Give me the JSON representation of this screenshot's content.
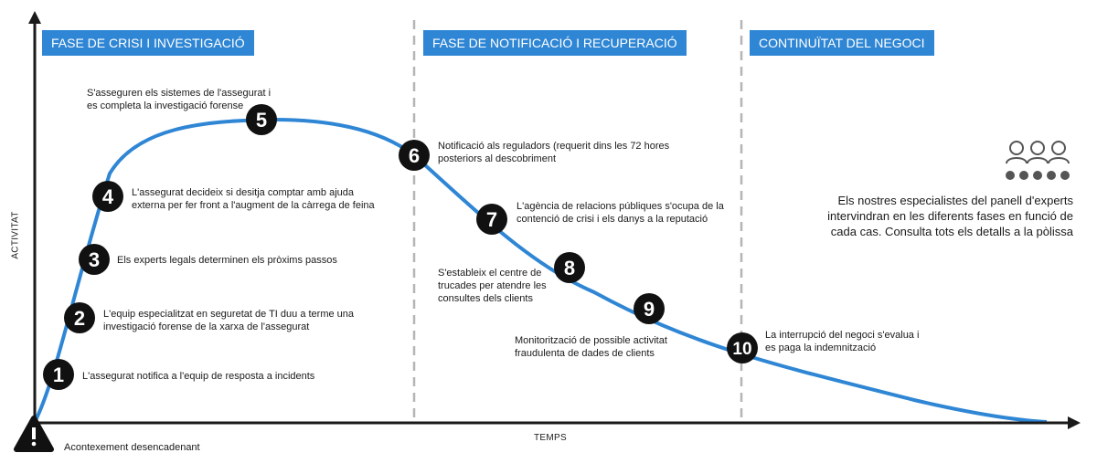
{
  "phases": [
    {
      "label": "FASE DE CRISI I INVESTIGACIÓ"
    },
    {
      "label": "FASE DE NOTIFICACIÓ I RECUPERACIÓ"
    },
    {
      "label": "CONTINUÏTAT DEL NEGOCI"
    }
  ],
  "axes": {
    "y_label": "ACTIVITAT",
    "x_label": "TEMPS"
  },
  "trigger": {
    "label": "Acontexement desencadenant",
    "icon": "warning-triangle-icon"
  },
  "steps": [
    {
      "number": "1",
      "lines": [
        "L'assegurat notifica a l'equip de resposta a incidents"
      ]
    },
    {
      "number": "2",
      "lines": [
        "L'equip especialitzat en seguretat de TI duu a terme una",
        "investigació forense de la xarxa de l'assegurat"
      ]
    },
    {
      "number": "3",
      "lines": [
        "Els experts legals determinen els pròxims passos"
      ]
    },
    {
      "number": "4",
      "lines": [
        "L'assegurat decideix si desitja comptar amb ajuda",
        "externa per fer front a l'augment de la càrrega de feina"
      ]
    },
    {
      "number": "5",
      "lines": [
        "S'asseguren els sistemes de l'assegurat i",
        "es completa la investigació forense"
      ]
    },
    {
      "number": "6",
      "lines": [
        "Notificació als reguladors (requerit dins les 72 hores",
        "posteriors al descobriment"
      ]
    },
    {
      "number": "7",
      "lines": [
        "L'agència de relacions públiques s'ocupa de la",
        "contenció de crisi i els danys a la reputació"
      ]
    },
    {
      "number": "8",
      "lines": [
        "S'estableix el centre de",
        "trucades per atendre les",
        "consultes dels clients"
      ]
    },
    {
      "number": "9",
      "lines": [
        "Monitorització de possible activitat",
        "fraudulenta de dades de clients"
      ]
    },
    {
      "number": "10",
      "lines": [
        "La interrupció del negoci s'evalua i",
        "es paga la indemnització"
      ]
    }
  ],
  "experts": {
    "icon": "experts-panel-icon",
    "lines": [
      "Els nostres especialistes del panell d'experts",
      "intervindran en les diferents fases en funció de",
      "cada cas. Consulta tots els detalls a la pòlissa"
    ]
  },
  "colors": {
    "accent": "#2f86d4",
    "curve": "#2f86d4",
    "marker": "#111111",
    "divider": "#b5b5b5",
    "axis": "#1a1a1a"
  }
}
